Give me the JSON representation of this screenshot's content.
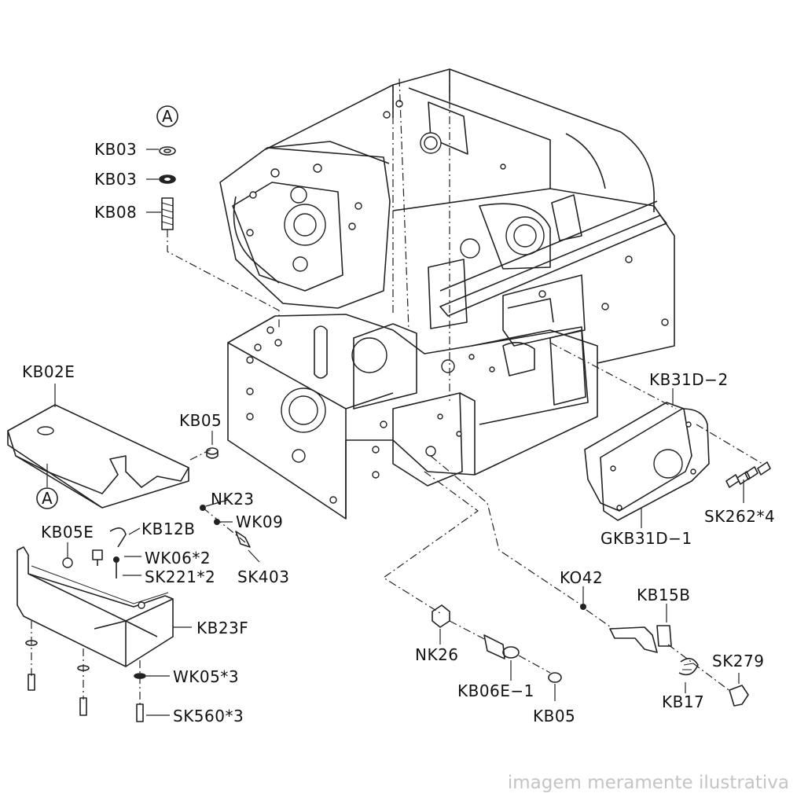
{
  "diagram": {
    "labels": {
      "ref_a_top": "A",
      "ref_a_cover": "A",
      "kb03_a": "KB03",
      "kb03_b": "KB03",
      "kb08": "KB08",
      "kb02e": "KB02E",
      "kb05_top": "KB05",
      "nk23": "NK23",
      "wk09": "WK09",
      "kb05e": "KB05E",
      "kb12b": "KB12B",
      "wk06": "WK06*2",
      "sk221": "SK221*2",
      "sk403": "SK403",
      "kb23f": "KB23F",
      "wk05": "WK05*3",
      "sk560": "SK560*3",
      "kb31d2": "KB31D−2",
      "sk262": "SK262*4",
      "gkb31d1": "GKB31D−1",
      "ko42": "KO42",
      "kb15b": "KB15B",
      "sk279": "SK279",
      "kb17": "KB17",
      "nk26": "NK26",
      "kb06e1": "KB06E−1",
      "kb05_bottom": "KB05"
    },
    "watermark": "imagem meramente ilustrativa",
    "colors": {
      "line": "#222222",
      "watermark": "#c4c4c4",
      "background": "#ffffff"
    }
  }
}
